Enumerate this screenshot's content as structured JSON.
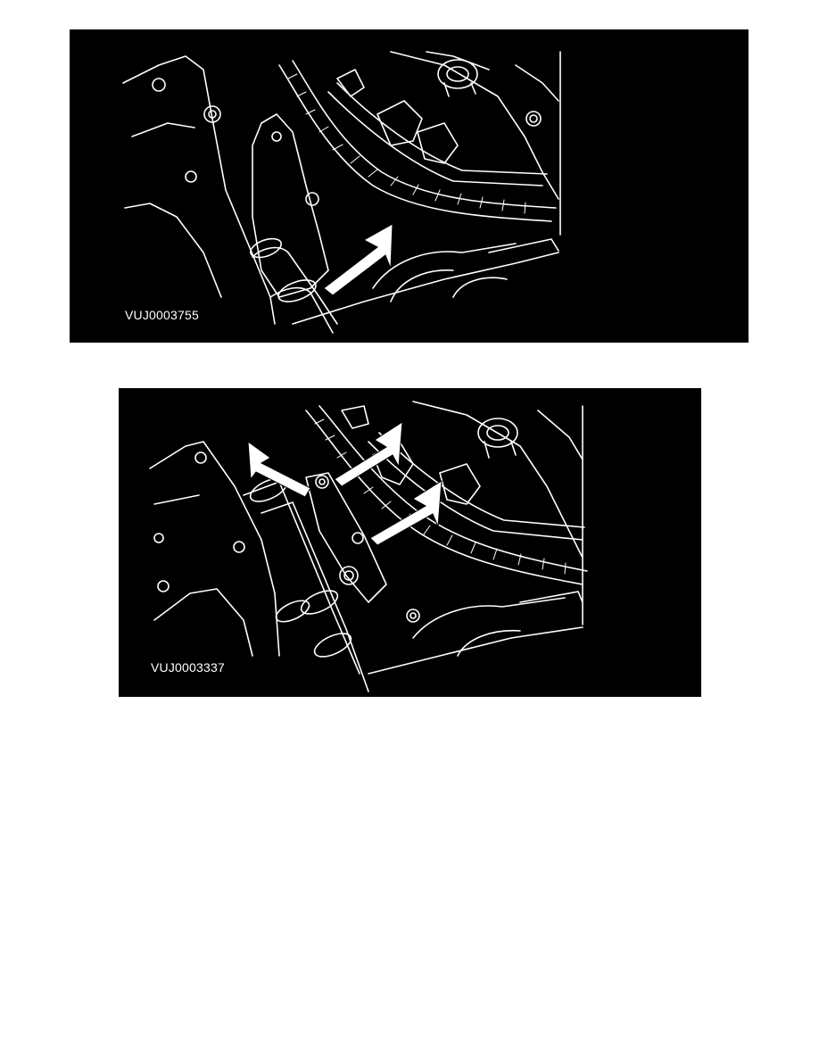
{
  "figures": [
    {
      "label": "VUJ0003755"
    },
    {
      "label": "VUJ0003337"
    }
  ],
  "icons": {
    "arrow": "white-callout-arrow"
  }
}
